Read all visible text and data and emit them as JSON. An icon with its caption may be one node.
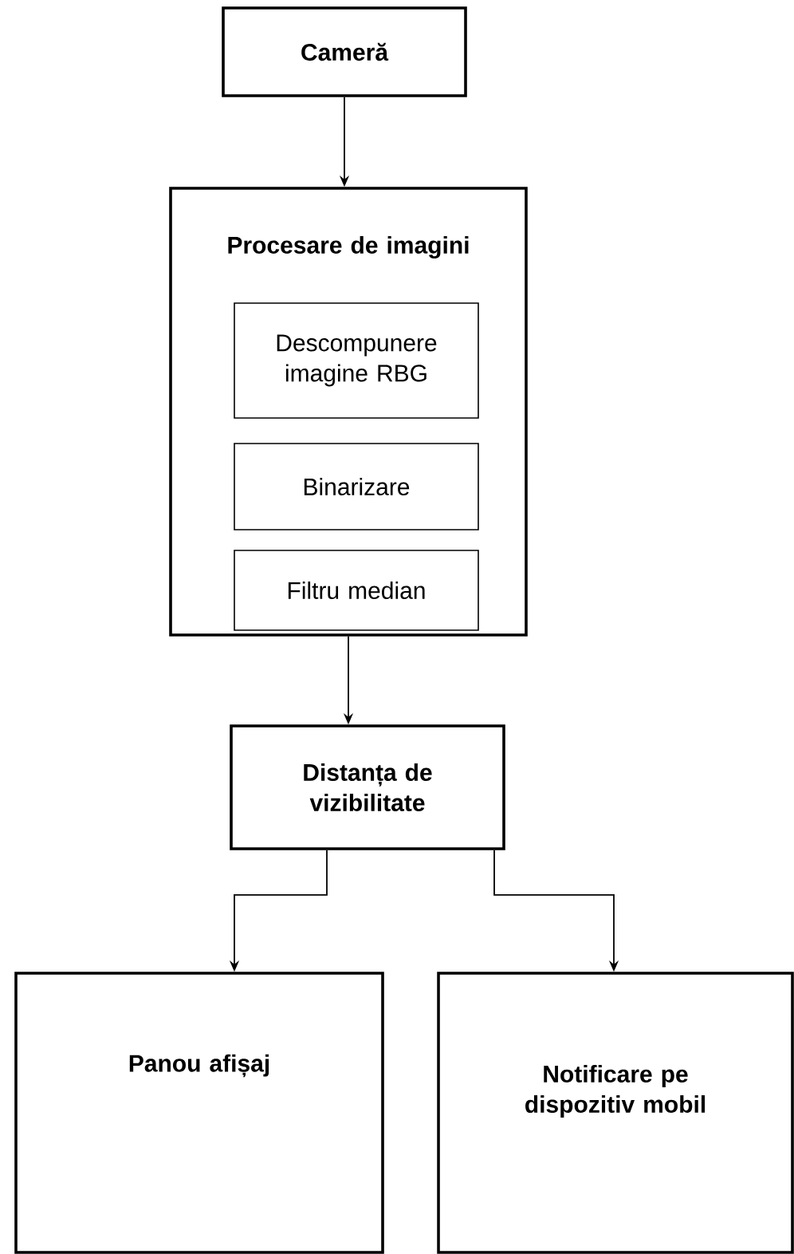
{
  "diagram": {
    "nodes": [
      {
        "text": [
          "Cameră"
        ]
      },
      {
        "text": [
          "Procesare de imagini"
        ]
      },
      {
        "text": [
          "Descompunere imagine RBG"
        ],
        "in": 1
      },
      {
        "text": [
          "Binarizare"
        ],
        "in": 1
      },
      {
        "text": [
          "Filtru median"
        ],
        "in": 1
      },
      {
        "text": [
          "Distanța de vizibilitate"
        ]
      },
      {
        "text": [
          "Panou afișaj"
        ]
      },
      {
        "text": [
          "Notificare pe dispozitiv mobil"
        ]
      }
    ],
    "edges": [
      {
        "from": 0,
        "to": 1,
        "arrow": "to"
      },
      {
        "from": 1,
        "to": 5,
        "arrow": "to"
      },
      {
        "from": 5,
        "to": 6,
        "arrow": "to"
      },
      {
        "from": 5,
        "to": 7,
        "arrow": "to"
      }
    ]
  }
}
